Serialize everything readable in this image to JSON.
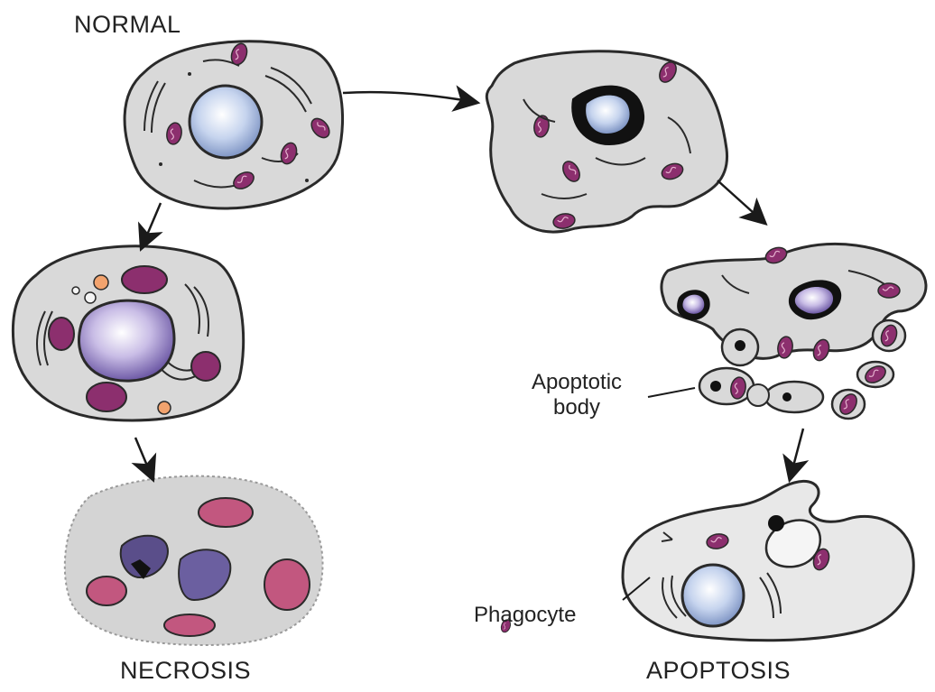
{
  "labels": {
    "normal": "NORMAL",
    "necrosis": "NECROSIS",
    "apoptosis": "APOPTOSIS",
    "apoptotic_body_line1": "Apoptotic",
    "apoptotic_body_line2": "body",
    "phagocyte": "Phagocyte"
  },
  "colors": {
    "cytoplasm": "#d9d9d9",
    "outline": "#2a2a2a",
    "nucleus": "#b7c9e6",
    "nucleus_necrotic": "#8a7fb8",
    "mitochondria": "#8c2f6e",
    "necrotic_mito": "#c2577f",
    "lysosome": "#f2a36e"
  }
}
